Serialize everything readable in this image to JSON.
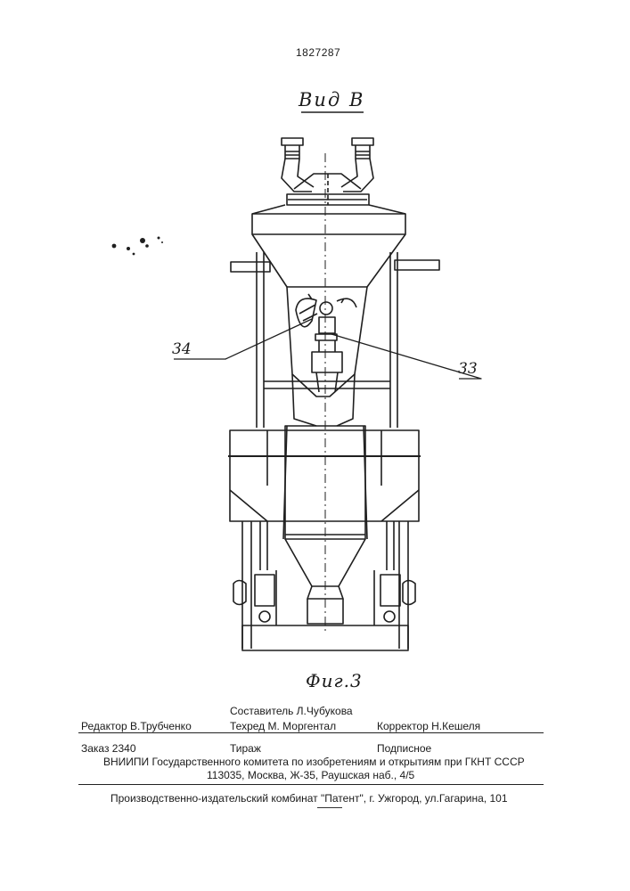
{
  "header": {
    "patent_number": "1827287"
  },
  "figure": {
    "view_label": "Вид В",
    "caption": "Фиг.3",
    "callouts": [
      "34",
      "33"
    ]
  },
  "colophon": {
    "compiler": "Составитель Л.Чубукова",
    "editor": "Редактор  В.Трубченко",
    "techred": "Техред   М. Моргентал",
    "corrector": "Корректор   Н.Кешеля",
    "order": "Заказ 2340",
    "print_run": "Тираж",
    "subscription": "Подписное",
    "institute": "ВНИИПИ Государственного комитета по изобретениям и открытиям при ГКНТ СССР",
    "address": "113035, Москва, Ж-35, Раушская наб., 4/5",
    "publisher": "Производственно-издательский комбинат \"Патент\", г. Ужгород, ул.Гагарина, 101"
  }
}
